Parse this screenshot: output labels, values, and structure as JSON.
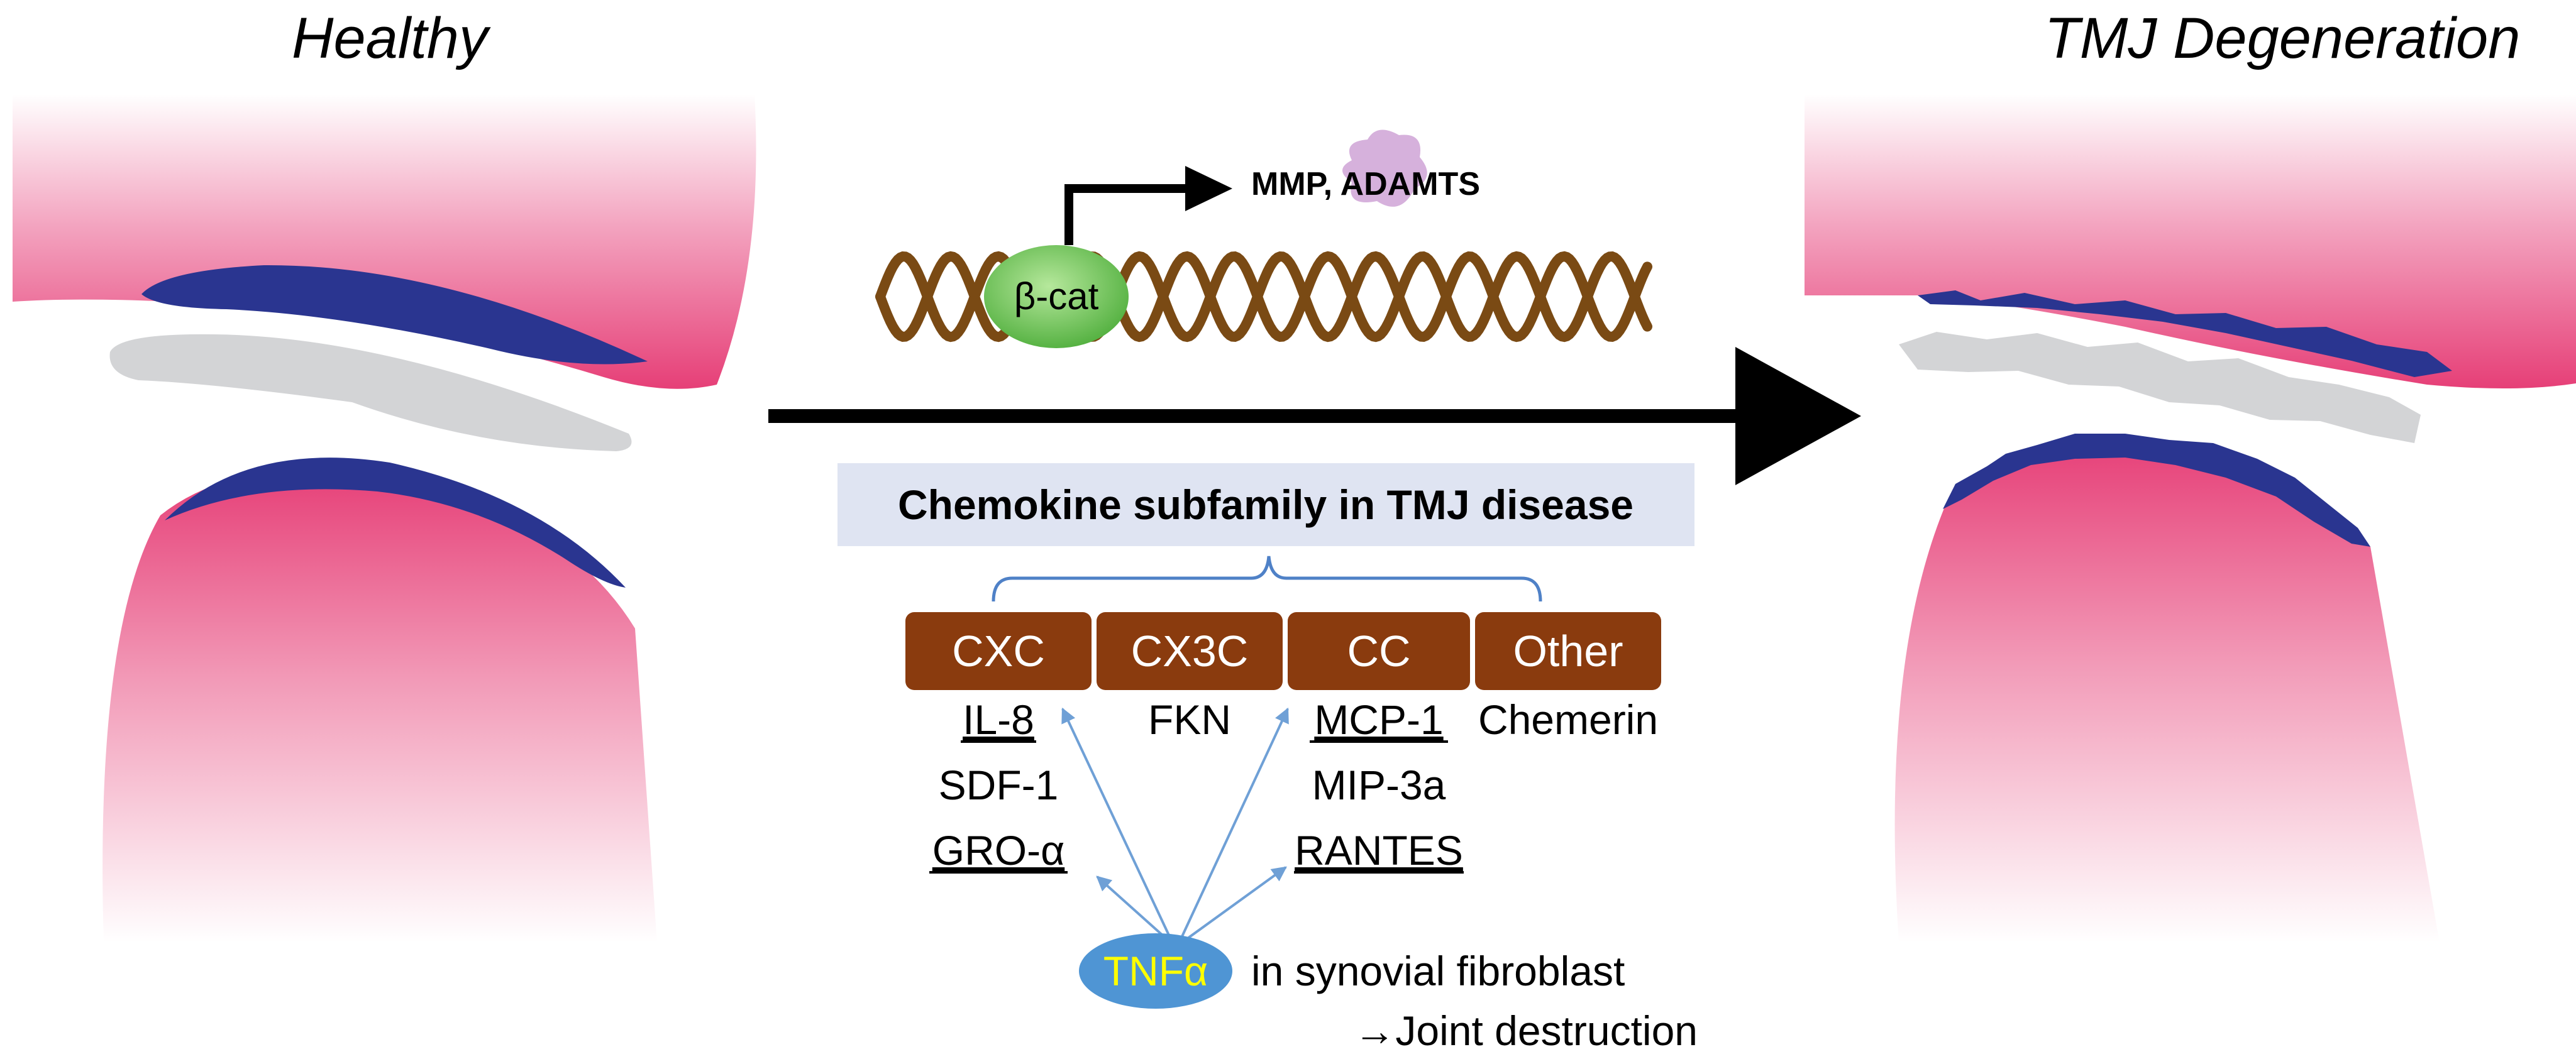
{
  "panels": {
    "left_title": "Healthy",
    "right_title": "TMJ Degeneration"
  },
  "gene": {
    "protein_label": "β-cat",
    "products_label": "MMP, ADAMTS"
  },
  "chemokine": {
    "header": "Chemokine subfamily in TMJ disease",
    "subfamilies": [
      {
        "name": "CXC",
        "members": [
          "IL-8",
          "SDF-1",
          "GRO-α"
        ],
        "underlined": [
          true,
          false,
          true
        ]
      },
      {
        "name": "CX3C",
        "members": [
          "FKN"
        ],
        "underlined": [
          false
        ]
      },
      {
        "name": "CC",
        "members": [
          "MCP-1",
          "MIP-3a",
          "RANTES"
        ],
        "underlined": [
          true,
          false,
          true
        ]
      },
      {
        "name": "Other",
        "members": [
          "Chemerin"
        ],
        "underlined": [
          false
        ]
      }
    ]
  },
  "tnf": {
    "label": "TNFα",
    "line1": "in synovial fibroblast",
    "line2": "→Joint destruction"
  },
  "colors": {
    "bone_pink": "#e8437a",
    "cartilage_blue": "#2a3590",
    "disc_grey": "#d3d4d6",
    "box_brown": "#8a3b0e",
    "header_bg": "#dfe4f2",
    "bracket_blue": "#4f81c7",
    "arrow_blue": "#6fa0d6",
    "tnf_ellipse": "#4f95d4",
    "tnf_text": "#ffff00",
    "dna_brown": "#7a4a14",
    "bcat_green": "#6dc35a"
  }
}
